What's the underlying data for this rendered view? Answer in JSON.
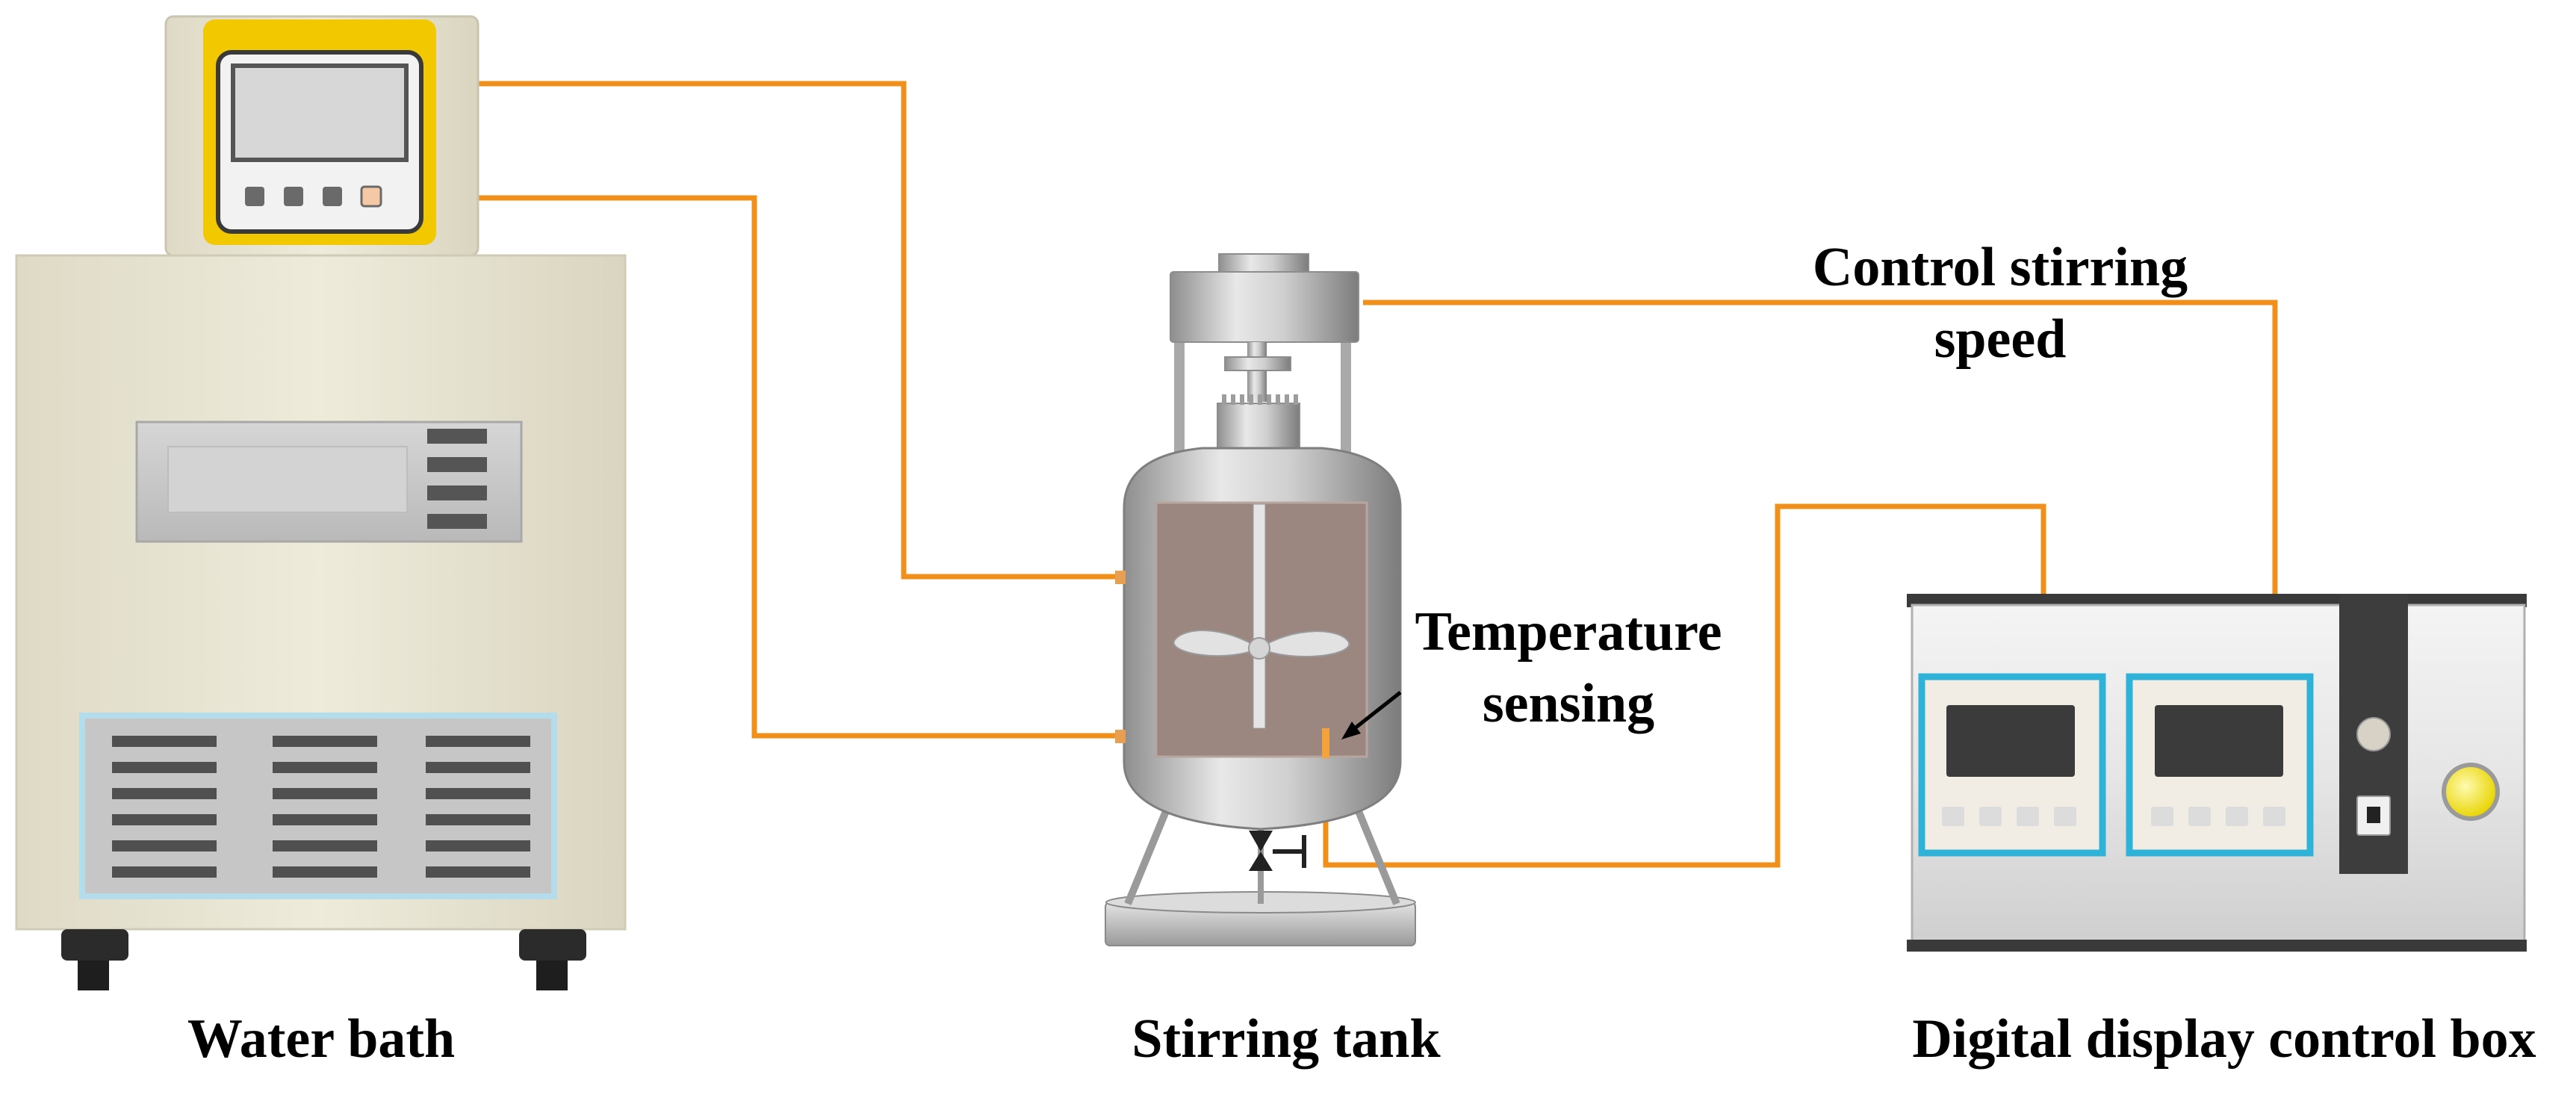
{
  "labels": {
    "water_bath": "Water bath",
    "stirring_tank": "Stirring tank",
    "control_box": "Digital display control box",
    "control_speed_line1": "Control stirring",
    "control_speed_line2": "speed",
    "temperature_line1": "Temperature",
    "temperature_line2": "sensing"
  },
  "colors": {
    "wire": "#f0901a",
    "cabinet": "#e9e5d2",
    "controller_frame": "#f2c800",
    "display_frame": "#2fb2d8",
    "tank_liquid": "#9b8680",
    "steel": "#b7b7b7",
    "indicator_light": "#f5e41a"
  },
  "icons": {
    "arrow": "arrow-pointer-icon",
    "valve": "valve-icon"
  }
}
